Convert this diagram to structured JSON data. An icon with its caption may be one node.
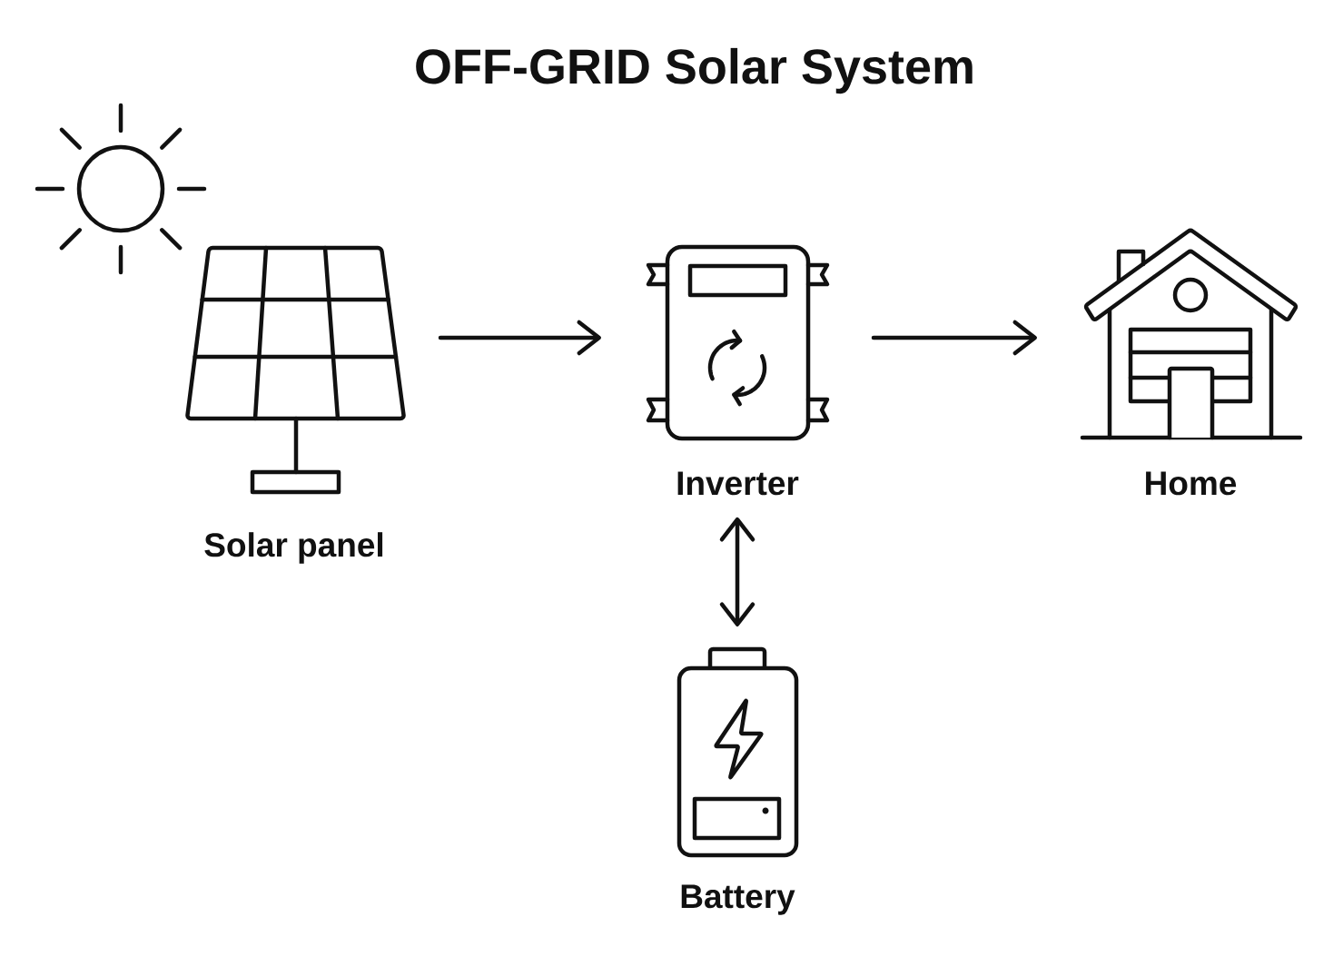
{
  "diagram": {
    "title": "OFF-GRID Solar System",
    "nodes": [
      {
        "text": [
          "Solar panel"
        ]
      },
      {
        "text": [
          "Inverter"
        ]
      },
      {
        "text": [
          "Home"
        ]
      },
      {
        "text": [
          "Battery"
        ]
      }
    ],
    "edges": [
      {
        "from": 0,
        "to": 1,
        "arrow": "to"
      },
      {
        "from": 1,
        "to": 2,
        "arrow": "to"
      },
      {
        "from": 1,
        "to": 3,
        "arrow": "both"
      }
    ]
  }
}
